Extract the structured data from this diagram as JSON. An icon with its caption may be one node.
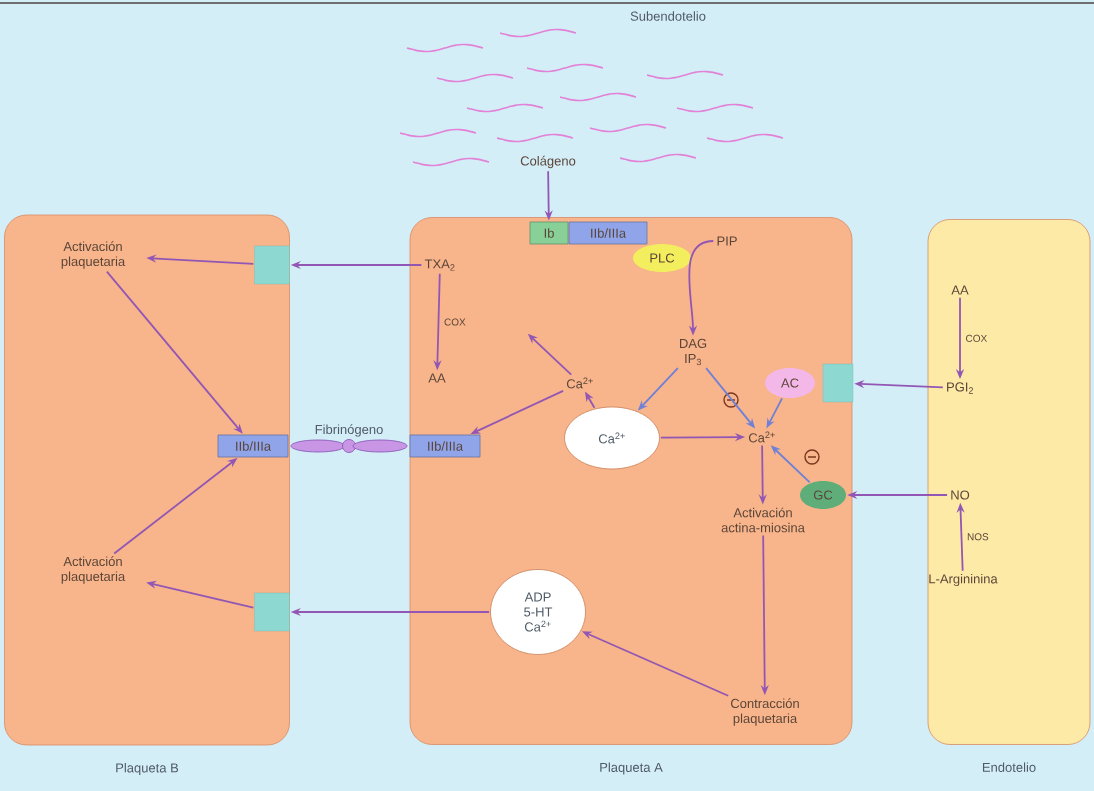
{
  "diagram": {
    "nodes": [
      {
        "text": [
          "Plaqueta B"
        ]
      },
      {
        "text": [
          "Plaqueta A"
        ]
      },
      {
        "text": [
          "Endotelio"
        ]
      },
      {
        "text": [
          "Activación plaquetaria"
        ],
        "in": 0
      },
      {
        "text": [],
        "shape": "box",
        "in": 0
      },
      {
        "text": [
          "IIb/IIIa"
        ],
        "in": 0
      },
      {
        "text": [
          "Activación plaquetaria"
        ],
        "in": 0
      },
      {
        "text": [],
        "shape": "box",
        "in": 0
      },
      {
        "text": [
          "Fibrinógeno"
        ]
      },
      {
        "text": [
          "Colágeno"
        ]
      },
      {
        "text": [
          "Ib"
        ],
        "in": 1
      },
      {
        "text": [
          "IIb/IIIa"
        ],
        "in": 1
      },
      {
        "text": [
          "PLC"
        ],
        "in": 1
      },
      {
        "text": [
          "PIP"
        ],
        "in": 1
      },
      {
        "text": [
          "TXA$_{2}$"
        ],
        "in": 1
      },
      {
        "text": [
          "AA"
        ],
        "in": 1
      },
      {
        "text": [
          "Ca$^{2+}$"
        ],
        "in": 1
      },
      {
        "text": [
          "DAG IP$_{3}$"
        ],
        "in": 1
      },
      {
        "text": [
          "AC"
        ],
        "in": 1
      },
      {
        "text": [],
        "shape": "box",
        "in": 1
      },
      {
        "text": [
          "IIb/IIIa"
        ],
        "in": 1
      },
      {
        "text": [
          "Ca$^{2+}$"
        ],
        "in": 1
      },
      {
        "text": [
          "Ca$^{2+}$"
        ],
        "in": 1
      },
      {
        "text": [
          "GC"
        ],
        "in": 1
      },
      {
        "text": [
          "Activación actina-miosina"
        ],
        "in": 1
      },
      {
        "text": [
          "ADP 5-HT Ca$^{2+}$"
        ],
        "in": 1
      },
      {
        "text": [
          "Contracción plaquetaria"
        ],
        "in": 1
      },
      {
        "text": [
          "AA"
        ],
        "in": 2
      },
      {
        "text": [
          "PGI$_{2}$"
        ],
        "in": 2
      },
      {
        "text": [
          "NO"
        ],
        "in": 2
      },
      {
        "text": [
          "L-Argininina"
        ],
        "in": 2
      }
    ],
    "edges": [
      {
        "from": 14,
        "to": 4,
        "arrow": "to"
      },
      {
        "from": 4,
        "to": 3,
        "arrow": "to"
      },
      {
        "from": 3,
        "to": 5,
        "arrow": "to"
      },
      {
        "from": 6,
        "to": 5,
        "arrow": "to"
      },
      {
        "from": 25,
        "to": 7,
        "arrow": "to"
      },
      {
        "from": 7,
        "to": 6,
        "arrow": "to"
      },
      {
        "from": 9,
        "to": 10,
        "arrow": "to"
      },
      {
        "from": 14,
        "to": 15,
        "arrow": "to",
        "label": "COX"
      },
      {
        "from": 16,
        "to": null,
        "arrow": "to"
      },
      {
        "from": 16,
        "to": 20,
        "arrow": "to"
      },
      {
        "from": 21,
        "to": 16,
        "arrow": "to"
      },
      {
        "from": 13,
        "to": 17,
        "arrow": "to"
      },
      {
        "from": 17,
        "to": 21,
        "arrow": "to",
        "color": "#6f80d8"
      },
      {
        "from": 17,
        "to": 22,
        "arrow": "to",
        "color": "#6f80d8"
      },
      {
        "from": 18,
        "to": 22,
        "arrow": "to",
        "color": "#6f80d8"
      },
      {
        "from": 21,
        "to": 22,
        "arrow": "to"
      },
      {
        "from": 23,
        "to": 22,
        "arrow": "to",
        "color": "#6f80d8"
      },
      {
        "from": 22,
        "to": 24,
        "arrow": "to"
      },
      {
        "from": 24,
        "to": 26,
        "arrow": "to"
      },
      {
        "from": 26,
        "to": 25,
        "arrow": "to"
      },
      {
        "from": 27,
        "to": 28,
        "arrow": "to",
        "label": "COX"
      },
      {
        "from": 28,
        "to": 19,
        "arrow": "to"
      },
      {
        "from": 29,
        "to": 23,
        "arrow": "to"
      },
      {
        "from": 30,
        "to": 29,
        "arrow": "to",
        "label": "NOS"
      }
    ],
    "labels": [
      "Subendotelio"
    ]
  }
}
